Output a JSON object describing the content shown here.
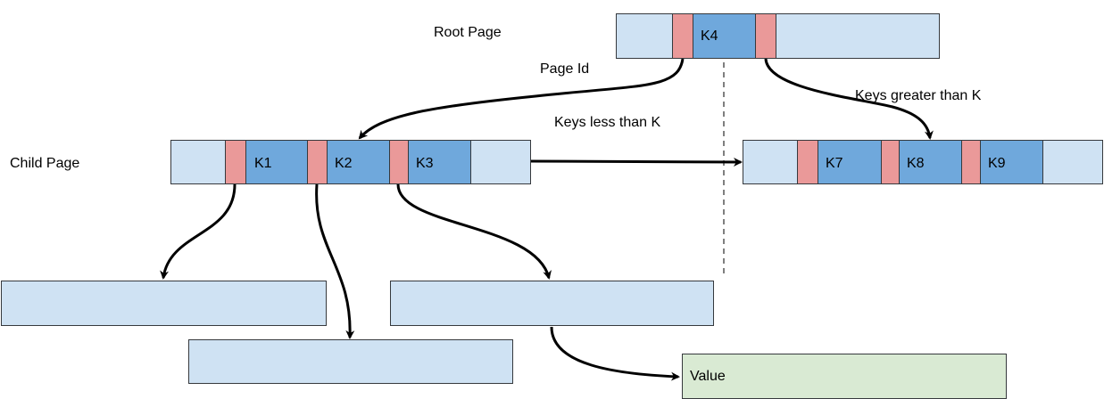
{
  "labels": {
    "root_page": "Root Page",
    "page_id": "Page Id",
    "keys_less": "Keys less than K",
    "keys_greater": "Keys greater than K",
    "child_page": "Child Page",
    "value": "Value"
  },
  "root_keys": [
    "K4"
  ],
  "child_left_keys": [
    "K1",
    "K2",
    "K3"
  ],
  "child_right_keys": [
    "K7",
    "K8",
    "K9"
  ]
}
